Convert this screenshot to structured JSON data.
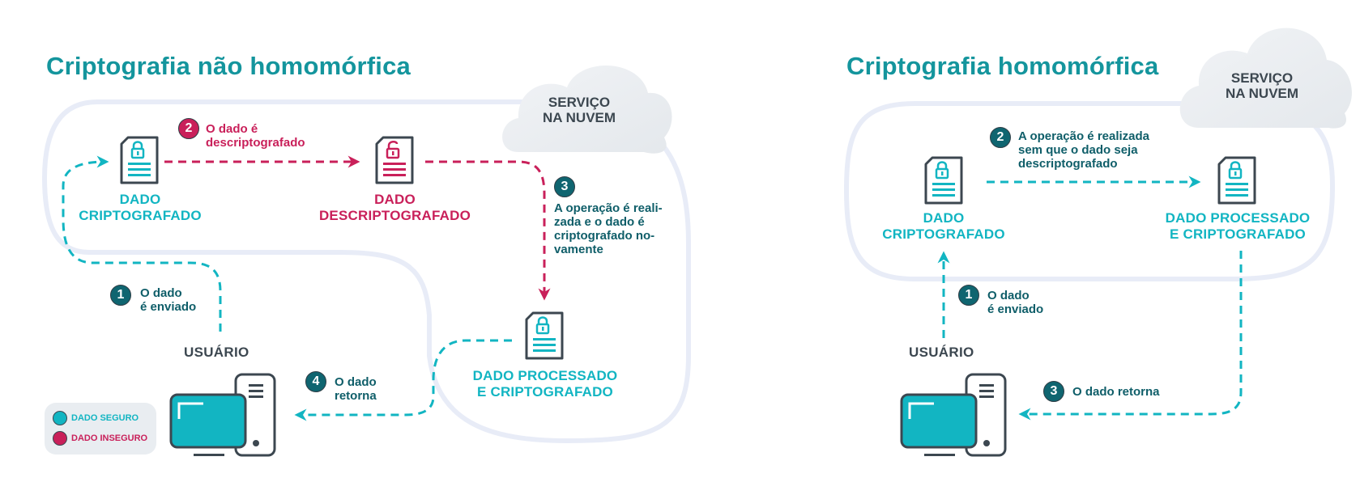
{
  "colors": {
    "title": "#14959d",
    "safe": "#12b5c2",
    "unsafe": "#c9205a",
    "step_text": "#0f5e69",
    "badge_teal": "#0f6570",
    "badge_red": "#c9205a",
    "dark": "#3c4750",
    "boundary": "#e8ecf7",
    "cloud": "#e9edf1"
  },
  "left": {
    "title": "Criptografia não homomórfica",
    "cloud": {
      "line1": "SERVIÇO",
      "line2": "NA NUVEM"
    },
    "nodes": {
      "encrypted": {
        "line1": "DADO",
        "line2": "CRIPTOGRAFADO",
        "icon": "locked-document-icon",
        "status": "safe"
      },
      "decrypted": {
        "line1": "DADO",
        "line2": "DESCRIPTOGRAFADO",
        "icon": "unlocked-document-icon",
        "status": "unsafe"
      },
      "processed": {
        "line1": "DADO PROCESSADO",
        "line2": "E CRIPTOGRAFADO",
        "icon": "locked-document-icon",
        "status": "safe"
      }
    },
    "user": {
      "label": "USUÁRIO",
      "icon": "computer-icon"
    },
    "steps": [
      {
        "number": "1",
        "lines": [
          "O dado",
          "é enviado"
        ],
        "status": "safe"
      },
      {
        "number": "2",
        "lines": [
          "O dado é",
          "descriptografado"
        ],
        "status": "unsafe"
      },
      {
        "number": "3",
        "lines": [
          "A operação é reali-",
          "zada e o dado é",
          "criptografado no-",
          "vamente"
        ],
        "status": "unsafe"
      },
      {
        "number": "4",
        "lines": [
          "O dado",
          "retorna"
        ],
        "status": "safe"
      }
    ],
    "legend": [
      {
        "label": "DADO SEGURO",
        "status": "safe"
      },
      {
        "label": "DADO INSEGURO",
        "status": "unsafe"
      }
    ]
  },
  "right": {
    "title": "Criptografia homomórfica",
    "cloud": {
      "line1": "SERVIÇO",
      "line2": "NA NUVEM"
    },
    "nodes": {
      "encrypted": {
        "line1": "DADO",
        "line2": "CRIPTOGRAFADO",
        "icon": "locked-document-icon",
        "status": "safe"
      },
      "processed": {
        "line1": "DADO PROCESSADO",
        "line2": "E CRIPTOGRAFADO",
        "icon": "locked-document-icon",
        "status": "safe"
      }
    },
    "user": {
      "label": "USUÁRIO",
      "icon": "computer-icon"
    },
    "steps": [
      {
        "number": "1",
        "lines": [
          "O dado",
          "é enviado"
        ],
        "status": "safe"
      },
      {
        "number": "2",
        "lines": [
          "A operação é realizada",
          "sem que o dado seja",
          "descriptografado"
        ],
        "status": "safe"
      },
      {
        "number": "3",
        "lines": [
          "O dado retorna"
        ],
        "status": "safe"
      }
    ]
  }
}
